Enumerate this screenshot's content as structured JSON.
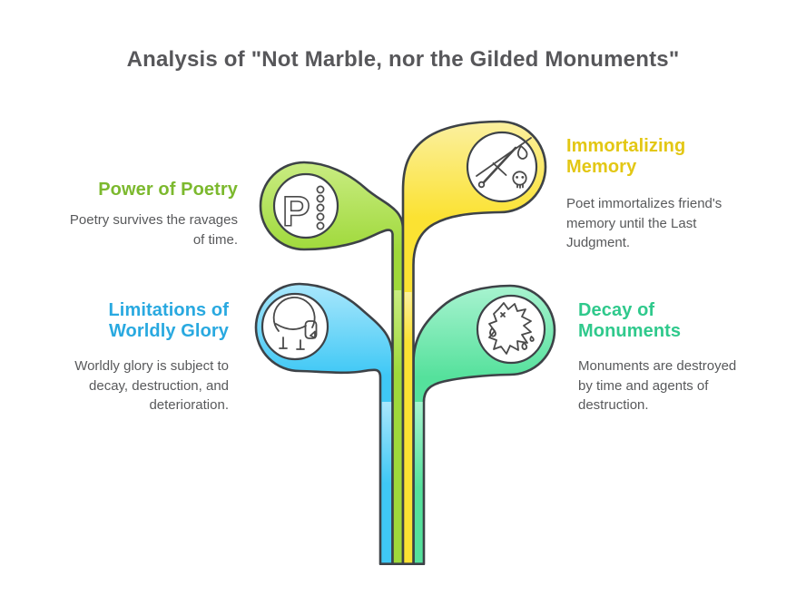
{
  "title": "Analysis of \"Not Marble, nor the Gilded Monuments\"",
  "colors": {
    "title_text": "#57575A",
    "body_text": "#58595B",
    "outline": "#3D4247",
    "icon_stroke": "#4A4A4A",
    "icon_bg": "#FFFFFF",
    "background": "#FFFFFF"
  },
  "branches": [
    {
      "key": "poetry",
      "heading": "Power of Poetry",
      "body": "Poetry survives the ravages\nof time.",
      "heading_color": "#7CB92E",
      "color": "#9FD93A",
      "color_light": "#C9EC82",
      "icon": "letter-p-with-dots",
      "glyph": "P"
    },
    {
      "key": "memory",
      "heading": "Immortalizing\nMemory",
      "body": "Poet immortalizes friend's\nmemory until the Last\nJudgment.",
      "heading_color": "#E3C714",
      "color": "#FBE232",
      "color_light": "#FBF0A0",
      "icon": "sword-and-skull"
    },
    {
      "key": "glory",
      "heading": "Limitations of\nWorldly Glory",
      "body": "Worldly glory is subject to\ndecay, destruction, and\ndeterioration.",
      "heading_color": "#29A9E0",
      "color": "#3FC8F5",
      "color_light": "#A9E7FC",
      "icon": "masked-head"
    },
    {
      "key": "monuments",
      "heading": "Decay of\nMonuments",
      "body": "Monuments are destroyed\nby time and agents of\ndestruction.",
      "heading_color": "#2FC98C",
      "color": "#55E19C",
      "color_light": "#A8F3D0",
      "icon": "crumbling-statue"
    }
  ]
}
